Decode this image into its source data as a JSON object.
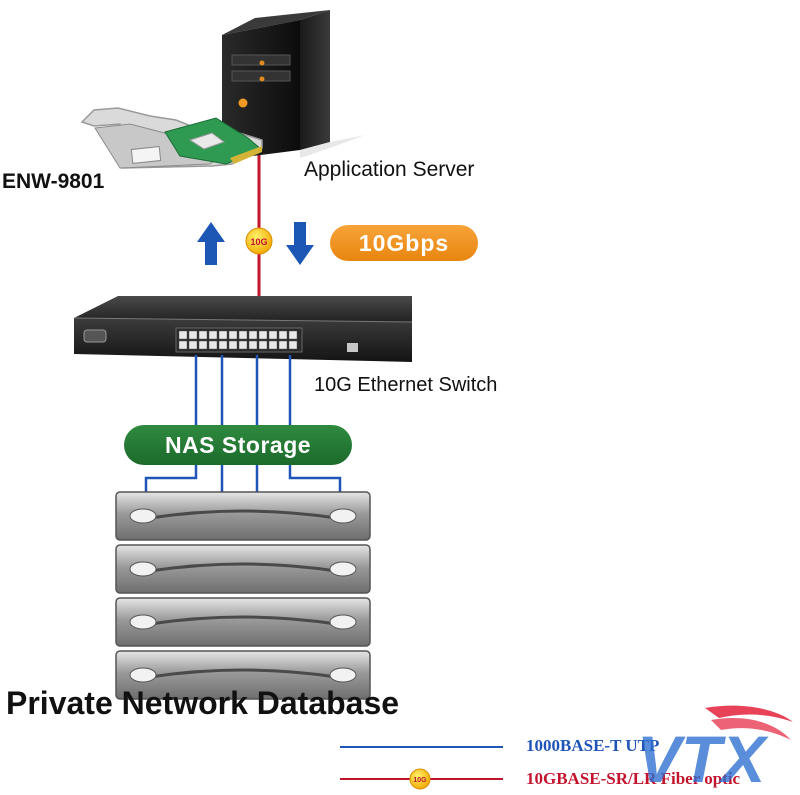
{
  "nic": {
    "label": "ENW-9801"
  },
  "server": {
    "label": "Application Server"
  },
  "link": {
    "speed_badge": "10Gbps",
    "marker_text": "10G"
  },
  "switch": {
    "label": "10G Ethernet Switch"
  },
  "nas": {
    "label": "NAS Storage",
    "unit_count": 4
  },
  "title": "Private Network Database",
  "legend": {
    "utp": {
      "label": "1000BASE-T UTP",
      "color": "#1f54b8"
    },
    "fiber": {
      "label": "10GBASE-SR/LR Fiber optic",
      "color": "#c3142e",
      "marker_text": "10G"
    }
  },
  "watermark": {
    "text": "VTX"
  },
  "colors": {
    "fiber_line": "#c3142e",
    "utp_line": "#1f54b8",
    "arrow": "#1d57b5",
    "speed_badge": "#ee8f1a",
    "nas_badge": "#237a34"
  }
}
